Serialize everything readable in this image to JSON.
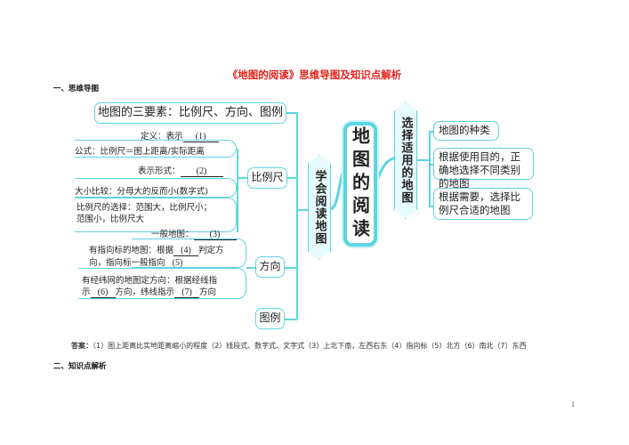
{
  "document": {
    "title": "《地图的阅读》思维导图及知识点解析",
    "section1": "一、思维导图",
    "section2": "二、知识点解析",
    "page_number": "1"
  },
  "mindmap": {
    "center": "地图的阅读",
    "left_branch": {
      "label": "学会阅读地图",
      "top_node": "地图的三要素：比例尺、方向、图例",
      "scale": {
        "label": "比例尺",
        "definition_prefix": "定义：表示",
        "definition_blank": "(1)",
        "formula": "公式：比例尺＝图上距离/实际距离",
        "forms_prefix": "表示形式：",
        "forms_blank": "(2)",
        "size_compare": "大小比较：分母大的反而小(数字式)",
        "selection_line1": "比例尺的选择：范围大，比例尺小；",
        "selection_line2": "范围小，比例尺大"
      },
      "direction": {
        "label": "方向",
        "general_prefix": "一般地图：",
        "general_blank": "(3)",
        "arrow_line1_prefix": "有指向标的地图：根据",
        "arrow_blank4": "(4)",
        "arrow_line1_suffix": "判定方",
        "arrow_line2_prefix": "向，指向标一般指向",
        "arrow_blank5": "(5)",
        "grid_line1": "有经纬网的地图定方向：根据经线指",
        "grid_line2_prefix": "示",
        "grid_blank6": "(6)",
        "grid_line2_mid": "方向，纬线指示",
        "grid_blank7": "(7)",
        "grid_line2_suffix": "方向"
      },
      "legend": {
        "label": "图例"
      }
    },
    "right_branch": {
      "label": "选择适用的地图",
      "items": [
        "地图的种类",
        "根据使用目的，正确地选择不同类别的地图",
        "根据需要，选择比例尺合适的地图"
      ]
    },
    "colors": {
      "line": "#5fd3e0",
      "title": "#e8201a"
    }
  },
  "answer": {
    "label": "答案：",
    "text": "（1）图上距离比实地距离缩小的程度（2）线段式、数字式、文字式（3）上北下南，左西右东（4）指向标（5）北方（6）南北（7）东西"
  }
}
